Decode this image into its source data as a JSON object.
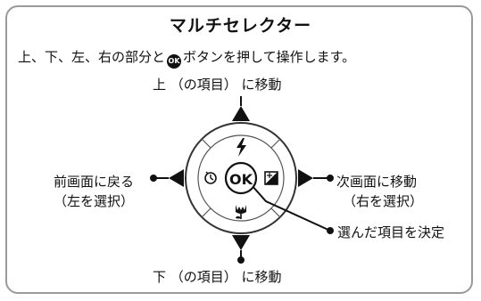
{
  "title": "マルチセレクター",
  "description": {
    "before": "上、下、左、右の部分と",
    "ok_badge": "OK",
    "after": "ボタンを押して操作します。"
  },
  "labels": {
    "up": "上 （の項目） に移動",
    "down": "下 （の項目） に移動",
    "left_line1": "前画面に戻る",
    "left_line2": "（左を選択）",
    "right_line1": "次画面に移動",
    "right_line2": "（右を選択）",
    "center": "選んだ項目を決定"
  },
  "center_button": "OK",
  "icons": [
    "flash-icon",
    "self-timer-icon",
    "exposure-compensation-icon",
    "macro-tulip-icon"
  ]
}
